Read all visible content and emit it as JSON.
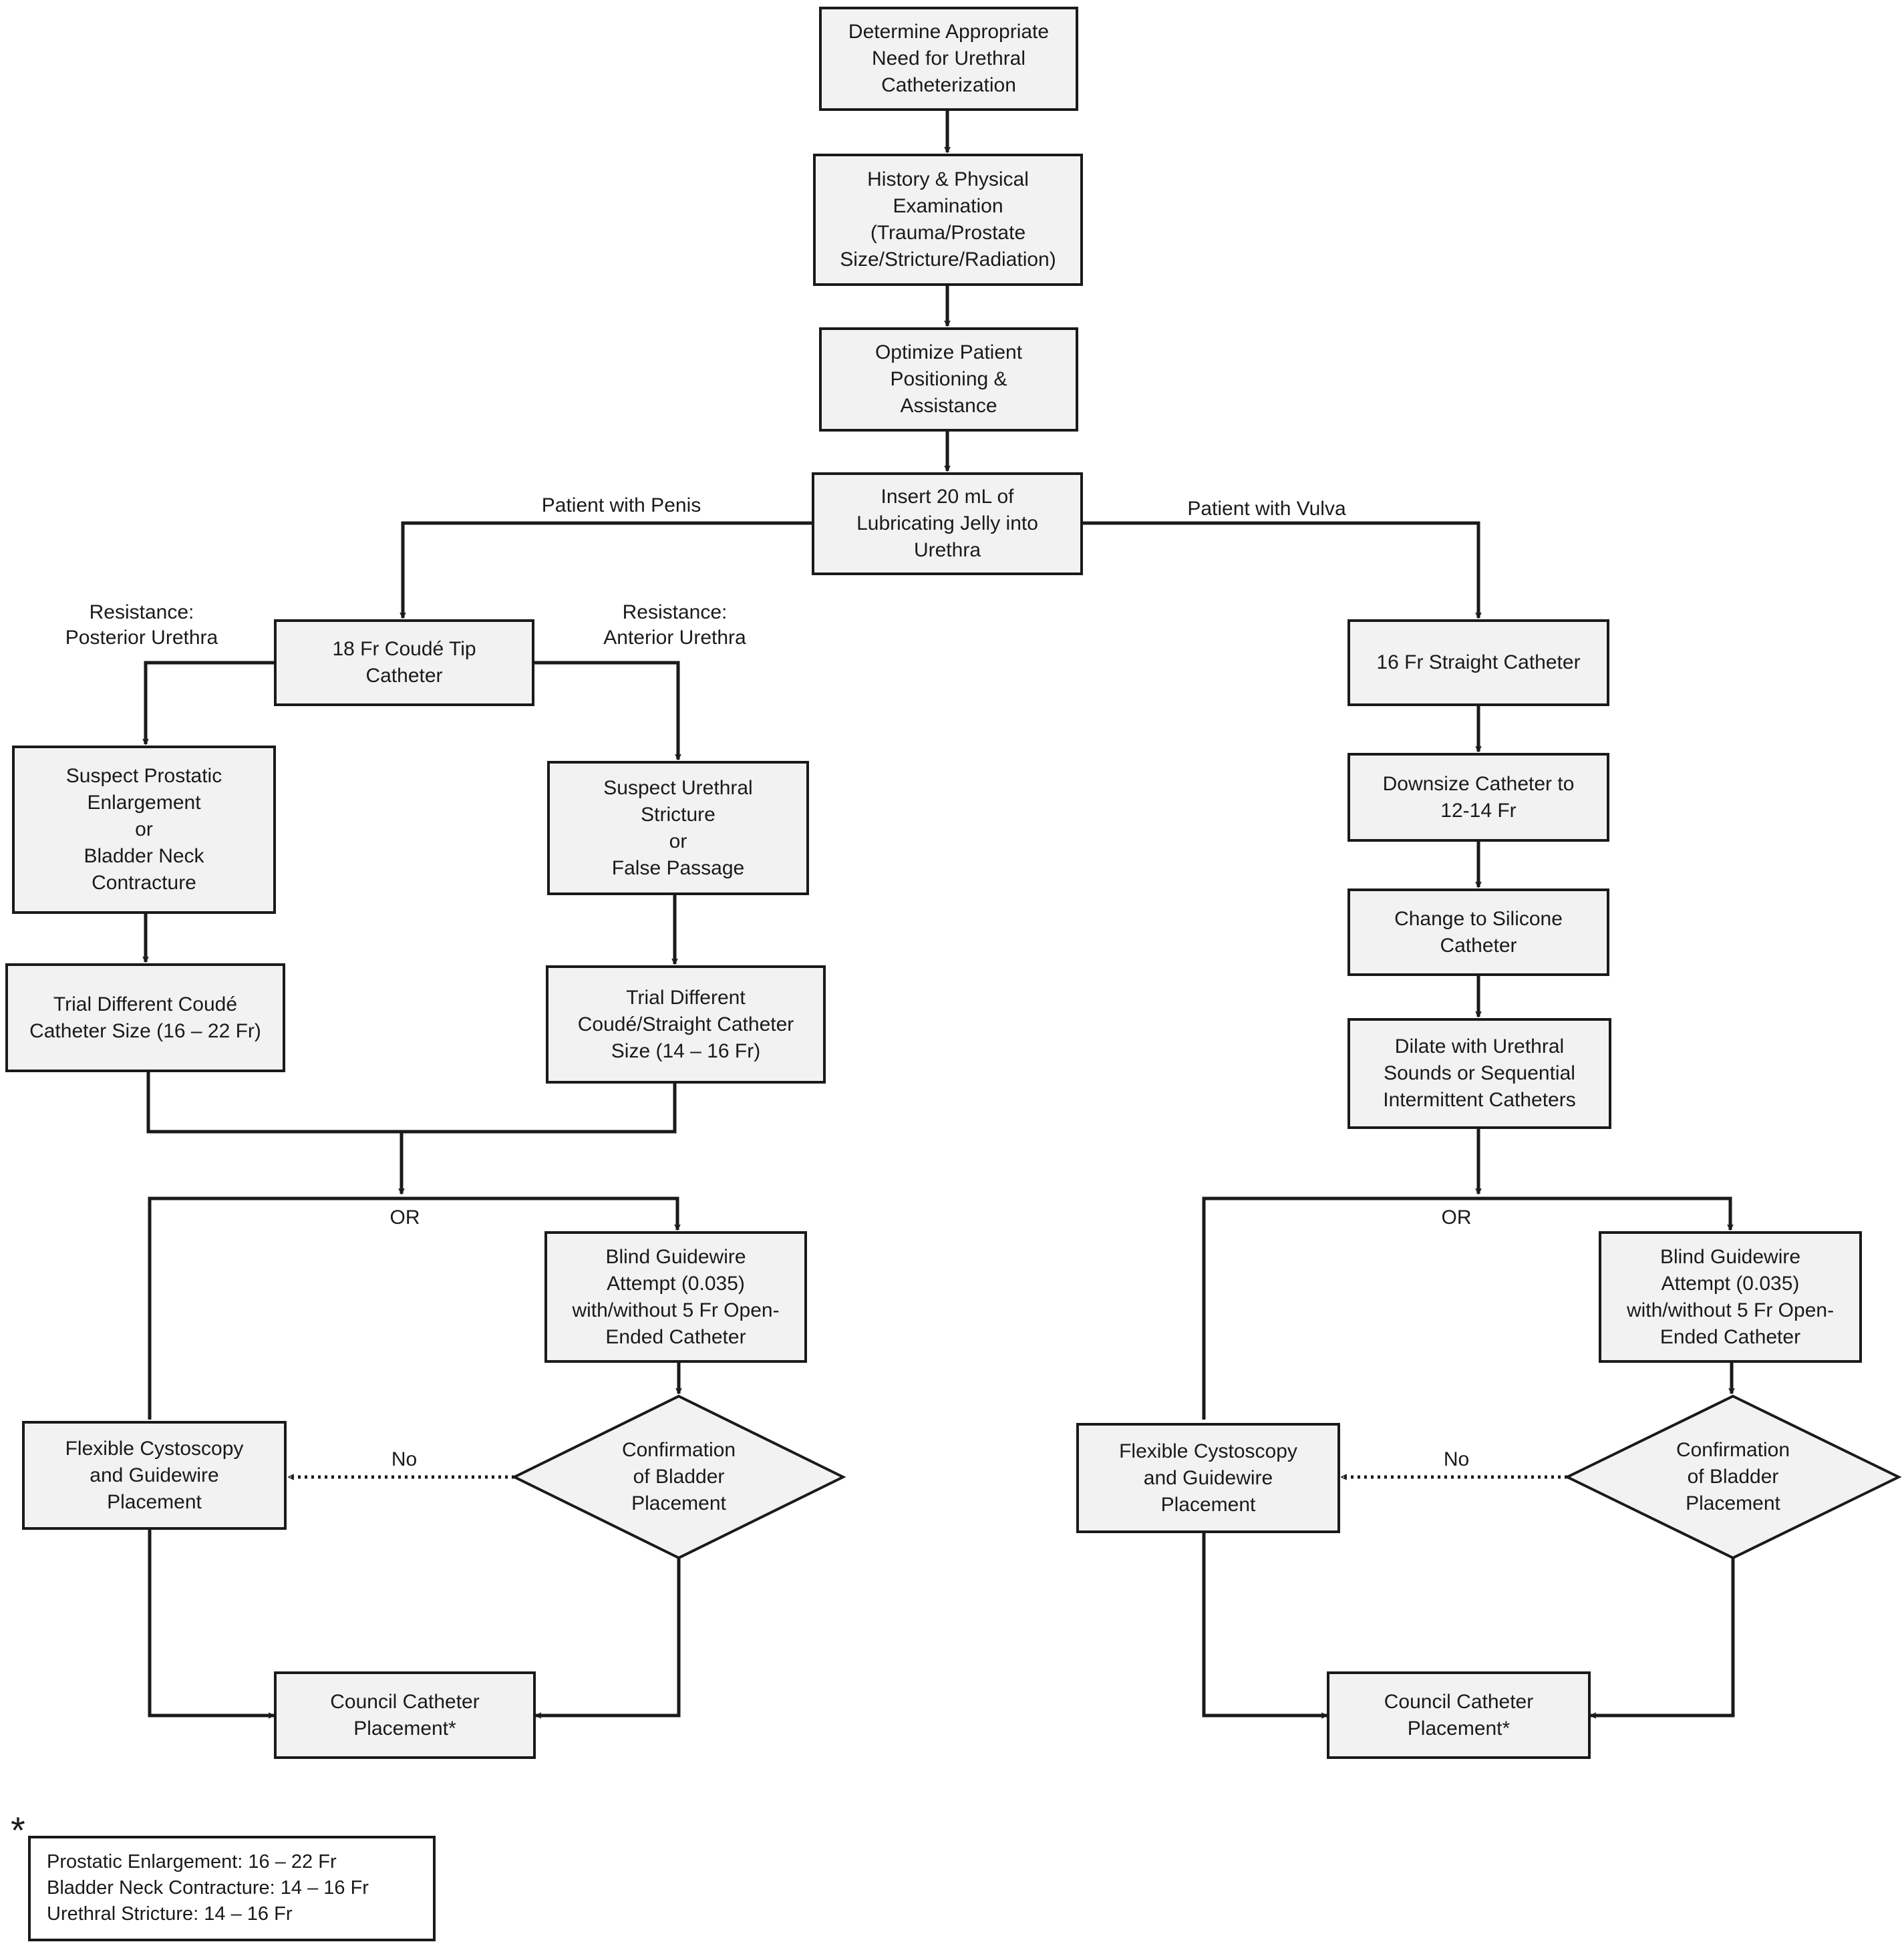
{
  "nodes": {
    "determine": "Determine Appropriate\nNeed for Urethral\nCatheterization",
    "history": "History & Physical\nExamination\n(Trauma/Prostate\nSize/Stricture/Radiation)",
    "optimize": "Optimize Patient\nPositioning &\nAssistance",
    "insert": "Insert 20 mL of\nLubricating Jelly into\nUrethra",
    "coude18": "18 Fr Coudé Tip\nCatheter",
    "straight16": "16 Fr Straight Catheter",
    "suspect_prostatic": "Suspect Prostatic\nEnlargement\nor\nBladder Neck\nContracture",
    "suspect_stricture": "Suspect Urethral\nStricture\nor\nFalse Passage",
    "trial_coude": "Trial Different Coudé\nCatheter Size (16 – 22 Fr)",
    "trial_straight": "Trial Different\nCoudé/Straight Catheter\nSize (14 – 16 Fr)",
    "downsize": "Downsize Catheter to\n12-14 Fr",
    "silicone": "Change to Silicone\nCatheter",
    "dilate": "Dilate with Urethral\nSounds or Sequential\nIntermittent Catheters",
    "blind_left": "Blind Guidewire\nAttempt (0.035)\nwith/without 5 Fr Open-\nEnded Catheter",
    "blind_right": "Blind Guidewire\nAttempt (0.035)\nwith/without 5 Fr Open-\nEnded Catheter",
    "confirm_left": "Confirmation\nof Bladder\nPlacement",
    "confirm_right": "Confirmation\nof Bladder\nPlacement",
    "flex_left": "Flexible Cystoscopy\nand Guidewire\nPlacement",
    "flex_right": "Flexible Cystoscopy\nand Guidewire\nPlacement",
    "council_left": "Council Catheter\nPlacement*",
    "council_right": "Council Catheter\nPlacement*"
  },
  "edge_labels": {
    "penis": "Patient with Penis",
    "vulva": "Patient with Vulva",
    "resistance_posterior": "Resistance:\nPosterior Urethra",
    "resistance_anterior": "Resistance:\nAnterior Urethra",
    "or_left": "OR",
    "or_right": "OR",
    "no_left": "No",
    "no_right": "No"
  },
  "legend": {
    "asterisk": "*",
    "lines": [
      "Prostatic Enlargement: 16 – 22 Fr",
      "Bladder Neck Contracture: 14 – 16 Fr",
      "Urethral Stricture: 14 – 16 Fr"
    ]
  }
}
